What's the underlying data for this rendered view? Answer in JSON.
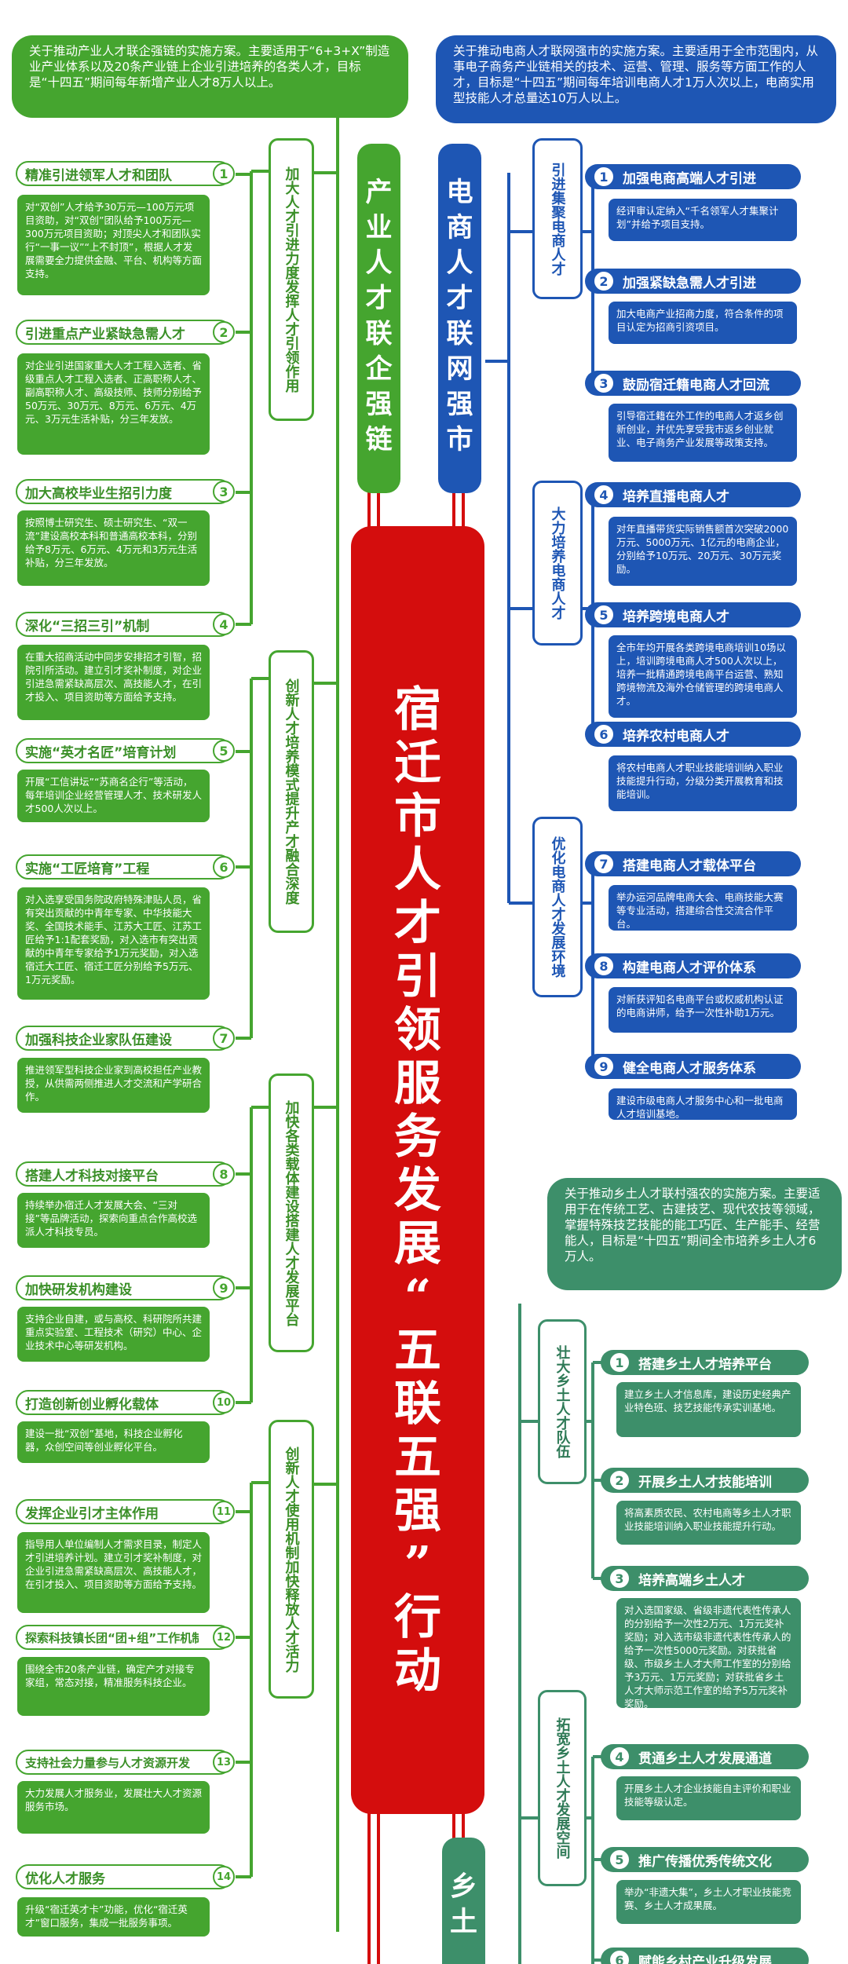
{
  "main_title": [
    "宿",
    "迁",
    "市",
    "人",
    "才",
    "引",
    "领",
    "服",
    "务",
    "发",
    "展",
    "“",
    "五",
    "联",
    "五",
    "强",
    "”",
    "行",
    "动"
  ],
  "branches": {
    "industry": {
      "title": [
        "产",
        "业",
        "人",
        "才",
        "联",
        "企",
        "强",
        "链"
      ],
      "intro": "关于推动产业人才联企强链的实施方案。主要适用于“6+3+X”制造业产业体系以及20条产业链上企业引进培养的各类人才，目标是“十四五”期间每年新增产业人才8万人以上。",
      "categories": [
        {
          "label_lines": [
            "加大人才引进力度",
            "发挥人才引领作用"
          ]
        },
        {
          "label_lines": [
            "创新人才培养模式",
            "提升产才融合深度"
          ]
        },
        {
          "label_lines": [
            "加快各类载体建设",
            "搭建人才发展平台"
          ]
        },
        {
          "label_lines": [
            "创新人才使用机制",
            "加快释放人才活力"
          ]
        }
      ],
      "items": [
        {
          "num": "1",
          "title": "精准引进领军人才和团队",
          "desc": "对“双创”人才给予30万元—100万元项目资助，对“双创”团队给予100万元—300万元项目资助；对顶尖人才和团队实行“一事一议”“上不封顶”，根据人才发展需要全力提供金融、平台、机构等方面支持。"
        },
        {
          "num": "2",
          "title": "引进重点产业紧缺急需人才",
          "desc": "对企业引进国家重大人才工程入选者、省级重点人才工程入选者、正高职称人才、副高职称人才、高级技师、技师分别给予50万元、30万元、8万元、6万元、4万元、3万元生活补贴，分三年发放。"
        },
        {
          "num": "3",
          "title": "加大高校毕业生招引力度",
          "desc": "按照博士研究生、硕士研究生、“双一流”建设高校本科和普通高校本科，分别给予8万元、6万元、4万元和3万元生活补贴，分三年发放。"
        },
        {
          "num": "4",
          "title": "深化“三招三引”机制",
          "desc": "在重大招商活动中同步安排招才引智，招院引所活动。建立引才奖补制度，对企业引进急需紧缺高层次、高技能人才，在引才投入、项目资助等方面给予支持。"
        },
        {
          "num": "5",
          "title": "实施“英才名匠”培育计划",
          "desc": "开展“工信讲坛”“苏商名企行”等活动，每年培训企业经营管理人才、技术研发人才500人次以上。"
        },
        {
          "num": "6",
          "title": "实施“工匠培育”工程",
          "desc": "对入选享受国务院政府特殊津贴人员，省有突出贡献的中青年专家、中华技能大奖、全国技术能手、江苏大工匠、江苏工匠给予1:1配套奖励，对入选市有突出贡献的中青年专家给予1万元奖励，对入选宿迁大工匠、宿迁工匠分别给予5万元、1万元奖励。"
        },
        {
          "num": "7",
          "title": "加强科技企业家队伍建设",
          "desc": "推进领军型科技企业家到高校担任产业教授，从供需两侧推进人才交流和产学研合作。"
        },
        {
          "num": "8",
          "title": "搭建人才科技对接平台",
          "desc": "持续举办宿迁人才发展大会、“三对接”等品牌活动，探索向重点合作高校选派人才科技专员。"
        },
        {
          "num": "9",
          "title": "加快研发机构建设",
          "desc": "支持企业自建，或与高校、科研院所共建重点实验室、工程技术（研究）中心、企业技术中心等研发机构。"
        },
        {
          "num": "10",
          "title": "打造创新创业孵化载体",
          "desc": "建设一批“双创”基地，科技企业孵化器，众创空间等创业孵化平台。"
        },
        {
          "num": "11",
          "title": "发挥企业引才主体作用",
          "desc": "指导用人单位编制人才需求目录，制定人才引进培养计划。建立引才奖补制度，对企业引进急需紧缺高层次、高技能人才，在引才投入、项目资助等方面给予支持。"
        },
        {
          "num": "12",
          "title": "探索科技镇长团“团+组”工作机制",
          "desc": "围绕全市20条产业链，确定产才对接专家组，常态对接，精准服务科技企业。"
        },
        {
          "num": "13",
          "title": "支持社会力量参与人才资源开发",
          "desc": "大力发展人才服务业，发展壮大人才资源服务市场。"
        },
        {
          "num": "14",
          "title": "优化人才服务",
          "desc": "升级“宿迁英才卡”功能，优化“宿迁英才”窗口服务，集成一批服务事项。"
        }
      ]
    },
    "ecommerce": {
      "title": [
        "电",
        "商",
        "人",
        "才",
        "联",
        "网",
        "强",
        "市"
      ],
      "intro": "关于推动电商人才联网强市的实施方案。主要适用于全市范围内，从事电子商务产业链相关的技术、运营、管理、服务等方面工作的人才，目标是“十四五”期间每年培训电商人才1万人次以上，电商实用型技能人才总量达10万人以上。",
      "categories": [
        {
          "label": "引进集聚电商人才"
        },
        {
          "label": "大力培养电商人才"
        },
        {
          "label": "优化电商人才发展环境"
        }
      ],
      "items": [
        {
          "num": "1",
          "title": "加强电商高端人才引进",
          "desc": "经评审认定纳入“千名领军人才集聚计划”并给予项目支持。"
        },
        {
          "num": "2",
          "title": "加强紧缺急需人才引进",
          "desc": "加大电商产业招商力度，符合条件的项目认定为招商引资项目。"
        },
        {
          "num": "3",
          "title": "鼓励宿迁籍电商人才回流",
          "desc": "引导宿迁籍在外工作的电商人才返乡创新创业，并优先享受我市返乡创业就业、电子商务产业发展等政策支持。"
        },
        {
          "num": "4",
          "title": "培养直播电商人才",
          "desc": "对年直播带货实际销售额首次突破2000万元、5000万元、1亿元的电商企业，分别给予10万元、20万元、30万元奖励。"
        },
        {
          "num": "5",
          "title": "培养跨境电商人才",
          "desc": "全市年均开展各类跨境电商培训10场以上，培训跨境电商人才500人次以上，培养一批精通跨境电商平台运营、熟知跨境物流及海外仓储管理的跨境电商人才。"
        },
        {
          "num": "6",
          "title": "培养农村电商人才",
          "desc": "将农村电商人才职业技能培训纳入职业技能提升行动，分级分类开展教育和技能培训。"
        },
        {
          "num": "7",
          "title": "搭建电商人才载体平台",
          "desc": "举办运河品牌电商大会、电商技能大赛等专业活动，搭建综合性交流合作平台。"
        },
        {
          "num": "8",
          "title": "构建电商人才评价体系",
          "desc": "对新获评知名电商平台或权威机构认证的电商讲师，给予一次性补助1万元。"
        },
        {
          "num": "9",
          "title": "健全电商人才服务体系",
          "desc": "建设市级电商人才服务中心和一批电商人才培训基地。"
        }
      ]
    },
    "rural": {
      "title": [
        "乡",
        "土"
      ],
      "intro": "关于推动乡土人才联村强农的实施方案。主要适用于在传统工艺、古建技艺、现代农技等领域，掌握特殊技艺技能的能工巧匠、生产能手、经营能人，目标是“十四五”期间全市培养乡土人才6万人。",
      "categories": [
        {
          "label": "壮大乡土人才队伍"
        },
        {
          "label": "拓宽乡土人才发展空间"
        }
      ],
      "items": [
        {
          "num": "1",
          "title": "搭建乡土人才培养平台",
          "desc": "建立乡土人才信息库，建设历史经典产业特色班、技艺技能传承实训基地。"
        },
        {
          "num": "2",
          "title": "开展乡土人才技能培训",
          "desc": "将高素质农民、农村电商等乡土人才职业技能培训纳入职业技能提升行动。"
        },
        {
          "num": "3",
          "title": "培养高端乡土人才",
          "desc": "对入选国家级、省级非遗代表性传承人的分别给予一次性2万元、1万元奖补奖励；对入选市级非遗代表性传承人的给予一次性5000元奖励。对获批省级、市级乡土人才大师工作室的分别给予3万元、1万元奖励；对获批省乡土人才大师示范工作室的给予5万元奖补奖励。"
        },
        {
          "num": "4",
          "title": "贯通乡土人才发展通道",
          "desc": "开展乡土人才企业技能自主评价和职业技能等级认定。"
        },
        {
          "num": "5",
          "title": "推广传播优秀传统文化",
          "desc": "举办“非遗大集”，乡土人才职业技能竞赛、乡土人才成果展。"
        },
        {
          "num": "6",
          "title": "赋能乡村产业升级发展",
          "desc": ""
        }
      ]
    }
  },
  "colors": {
    "red": "#d40d0d",
    "green": "#45a52f",
    "blue": "#1e56b4",
    "teal": "#3d8f6a"
  }
}
